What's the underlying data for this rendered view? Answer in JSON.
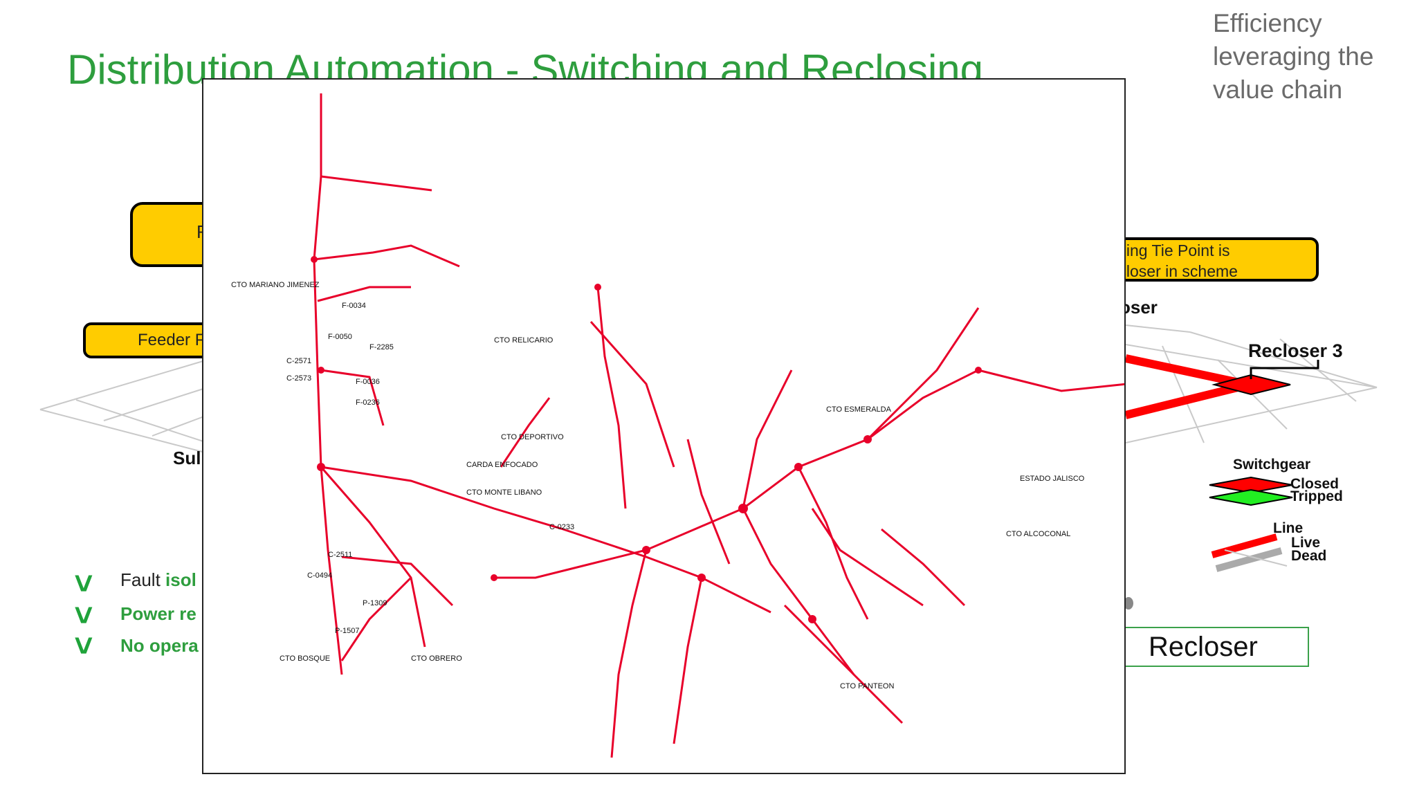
{
  "slide": {
    "title": "Distribution Automation - Switching and Reclosing",
    "tagline": "Efficiency leveraging the value chain"
  },
  "callouts": {
    "left_top": "R",
    "left_bottom": "Feeder F",
    "right_line1": "te Reclosing Tie Point is",
    "right_line2": "ow a Recloser in scheme"
  },
  "labels": {
    "recloser_partial": "oser",
    "recloser_3": "Recloser 3",
    "substation_partial": "Sul"
  },
  "legend": {
    "switchgear": "Switchgear",
    "closed": "Closed",
    "tripped": "Tripped",
    "line": "Line",
    "live": "Live",
    "dead": "Dead",
    "closed_color": "#ff0000",
    "tripped_color": "#22ee22",
    "live_color": "#ff0000",
    "dead_color": "#aaaaaa"
  },
  "recloser_box": "Recloser",
  "bullets": {
    "b1_prefix": "Fault ",
    "b1_emph": "isol",
    "b2": "Power re",
    "b3": "No opera"
  },
  "schematic_labels": [
    "F-0034",
    "F-0050",
    "F-2285",
    "F-0036",
    "C-2571",
    "C-2573",
    "C-0233",
    "C-0494",
    "C-2511",
    "CTO ESMERALDA",
    "CTO ALCOCONAL",
    "CTO MONTE LIBANO",
    "ESTADO JALISCO",
    "CTO RELICARIO",
    "CTO MARIANO JIMENEZ",
    "CTO BOSQUE",
    "CTO OBRERO",
    "CTO PANTEON",
    "CTO DEPORTIVO",
    "CARDA ENFOCADO",
    "P-1507",
    "P-1309",
    "F-0236"
  ],
  "colors": {
    "title": "#2e9e3e",
    "callout_fill": "#ffcc00",
    "schematic_line": "#e8002a",
    "recloser_box_border": "#3aa14a"
  }
}
